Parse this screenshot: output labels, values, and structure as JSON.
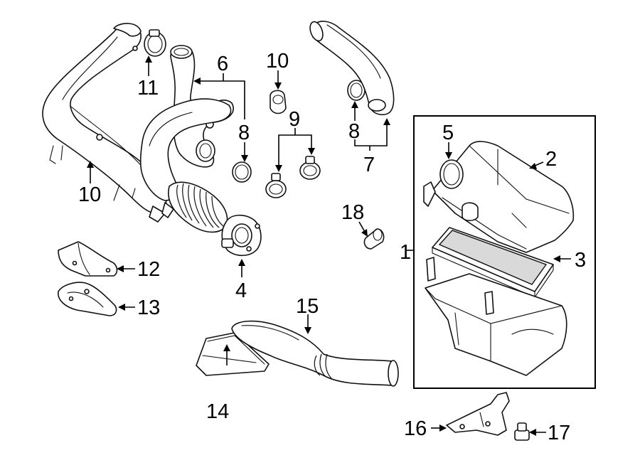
{
  "callouts": {
    "c1": "1",
    "c2": "2",
    "c3": "3",
    "c4": "4",
    "c5": "5",
    "c6": "6",
    "c7": "7",
    "c8a": "8",
    "c8b": "8",
    "c9": "9",
    "c10a": "10",
    "c10b": "10",
    "c11": "11",
    "c12": "12",
    "c13": "13",
    "c14": "14",
    "c15": "15",
    "c16": "16",
    "c17": "17",
    "c18": "18"
  }
}
